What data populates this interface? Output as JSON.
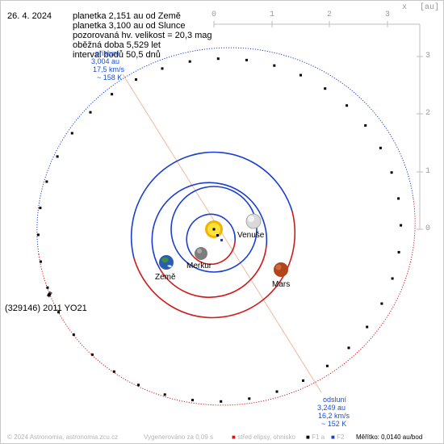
{
  "date": "26. 4. 2024",
  "info_lines": [
    "planetka 2,151 au od Země",
    "planetka 3,100 au od Slunce",
    "pozorovaná hv. velikost = 20,3 mag",
    "oběžná doba 5,529 let",
    "interval bodů 50,5 dnů"
  ],
  "perihelion": {
    "title": "přísluní",
    "distance": "3,004 au",
    "speed": "17,5 km/s",
    "temperature": "~ 158 K"
  },
  "aphelion": {
    "title": "odsluní",
    "distance": "3,249 au",
    "speed": "16,2 km/s",
    "temperature": "~ 152 K"
  },
  "asteroid_label": "(329146) 2011 YO21",
  "planets": {
    "venus": "Venuše",
    "mercury": "Merkur",
    "earth": "Země",
    "mars": "Mars"
  },
  "axes": {
    "x_label": "x",
    "unit_label": "[au]",
    "x_ticks": [
      "0",
      "1",
      "2",
      "3"
    ],
    "y_ticks": [
      "3",
      "2",
      "1",
      "0"
    ]
  },
  "footer": {
    "copyright": "© 2024 Astronomia, astronomia.zcu.cz",
    "generated": "Vygenerováno za 0,09 s",
    "legend_center": "střed elipsy, ohnisko",
    "legend_f1": "F1 a",
    "legend_f2": "F2",
    "scale": "Měřítko: 0,0140 au/bod"
  },
  "colors": {
    "orbit_above": "#1a3fd0",
    "orbit_below": "#d01a1a",
    "line_of_apsides": "#f0b9a0",
    "text_blue": "#1a4fd6"
  }
}
